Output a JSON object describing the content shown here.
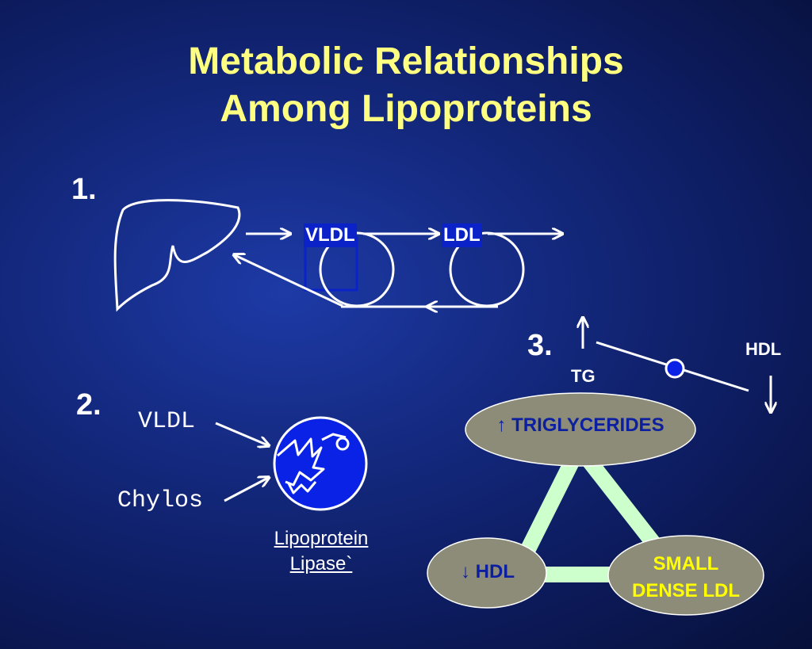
{
  "title": {
    "line1": "Metabolic Relationships",
    "line2": "Among Lipoproteins"
  },
  "section1": {
    "number": "1.",
    "vldl": "VLDL",
    "ldl": "LDL"
  },
  "section2": {
    "number": "2.",
    "vldl": "VLDL",
    "chylos": "Chylos",
    "enzyme_line1": "Lipoprotein",
    "enzyme_line2": "Lipase`"
  },
  "section3": {
    "number": "3.",
    "tg_arrow": "↑",
    "tg": "TG",
    "hdl": "HDL",
    "hdl_arrow": "↓"
  },
  "triad": {
    "triglycerides": "↑  TRIGLYCERIDES",
    "hdl": "↓ HDL",
    "small_dense_ldl_line1": "SMALL",
    "small_dense_ldl_line2": "DENSE LDL"
  },
  "colors": {
    "title": "#ffff80",
    "box": "#0a22c8",
    "ellipse": "#8c8c78",
    "triangle": "#ccffcc",
    "triglycerides_text": "#0b1fa0",
    "hdl_text": "#0b1fa0",
    "small_dense_text": "#ffff00"
  }
}
